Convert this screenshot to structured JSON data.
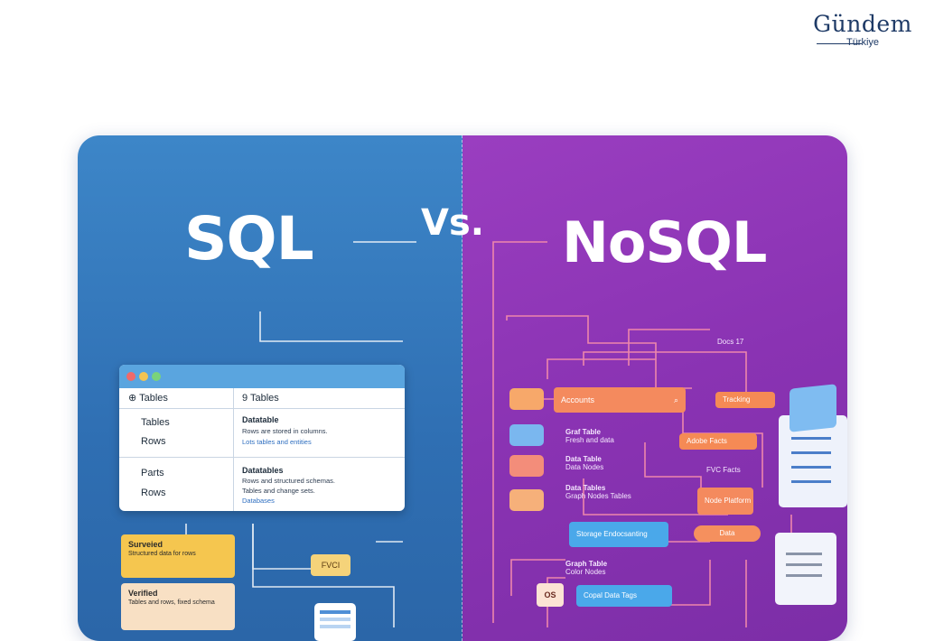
{
  "brand": {
    "name": "Gündem",
    "sub": "Türkiye"
  },
  "titles": {
    "left": "SQL",
    "middle": "Vs.",
    "right": "NoSQL"
  },
  "sql_window": {
    "header_left": "Tables",
    "header_right": "Tables",
    "rows": [
      {
        "left1": "Tables",
        "left2": "Rows",
        "title": "Datatable",
        "text1": "Rows are stored in columns.",
        "text2": "Lots tables and entities"
      },
      {
        "left1": "Parts",
        "left2": "Rows",
        "title": "Datatables",
        "text1": "Rows and structured schemas.",
        "text2": "Tables and change sets.",
        "text3": "Databases"
      }
    ]
  },
  "sql_notes": {
    "note1_title": "Surveied",
    "note1_text": "Structured data for rows",
    "note2_title": "Verified",
    "note2_text": "Tables and rows, fixed schema",
    "chip": "FVCI"
  },
  "nosql": {
    "docs_label": "Docs 17",
    "accounts": "Accounts",
    "tracking": "Tracking",
    "adobe_facts": "Adobe Facts",
    "fvc_facts": "FVC Facts",
    "node_platform": "Node Platform",
    "data": "Data",
    "storage": "Storage Endocsanting",
    "copal": "Copal Data Tags",
    "os": "OS",
    "items": [
      {
        "title": "Graf Table",
        "sub": "Fresh and data"
      },
      {
        "title": "Data Table",
        "sub": "Data Nodes"
      },
      {
        "title": "Data Tables",
        "sub": "Graph Nodes Tables"
      },
      {
        "title": "Graph Table",
        "sub": "Color Nodes"
      }
    ]
  }
}
